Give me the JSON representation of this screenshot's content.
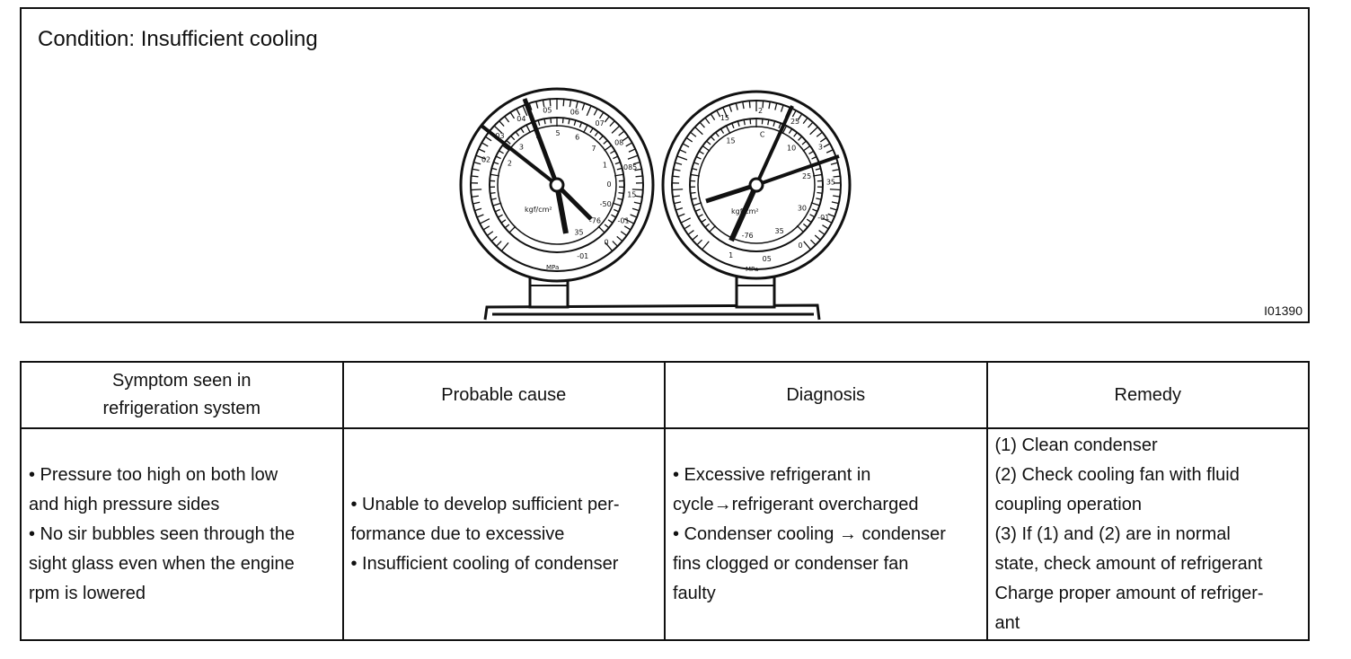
{
  "figure": {
    "condition": "Condition: Insufficient cooling",
    "code": "I01390",
    "low_gauge": {
      "outer_labels": [
        "02",
        "03",
        "04",
        "05",
        "06",
        "07",
        "08",
        "085",
        "15",
        "-01",
        "0",
        "-01"
      ],
      "inner_labels": [
        "2",
        "3",
        "4",
        "5",
        "6",
        "7",
        "1",
        "0",
        "-50",
        "-76",
        "35"
      ],
      "unit_text": "MPa",
      "face_text": "kgf/cm²"
    },
    "high_gauge": {
      "outer_labels": [
        "15",
        "2",
        "25",
        "3",
        "35",
        "-01",
        "0",
        "05",
        "1"
      ],
      "inner_labels": [
        "15",
        "C",
        "10",
        "25",
        "30",
        "35",
        "-76"
      ],
      "unit_text": "MPa",
      "face_text": "kgf/cm²"
    }
  },
  "table": {
    "headers": [
      [
        "Symptom seen in",
        "refrigeration system"
      ],
      [
        "Probable cause"
      ],
      [
        "Diagnosis"
      ],
      [
        "Remedy"
      ]
    ],
    "symptom": [
      "• Pressure too high on both low",
      "and high pressure sides",
      "• No sir bubbles seen through the",
      "sight glass even when the engine",
      "rpm is lowered"
    ],
    "cause": [
      "• Unable to develop sufficient per-",
      "formance due to excessive",
      "• Insufficient cooling of condenser"
    ],
    "diagnosis": [
      "• Excessive refrigerant in",
      "cycle→refrigerant overcharged",
      "• Condenser cooling → condenser",
      "fins clogged or condenser fan",
      "faulty"
    ],
    "remedy": [
      "(1) Clean condenser",
      "(2) Check cooling fan with fluid",
      "coupling operation",
      "(3) If (1) and (2) are in normal",
      "state, check amount of refrigerant",
      "Charge proper amount of refriger-",
      "ant"
    ]
  }
}
